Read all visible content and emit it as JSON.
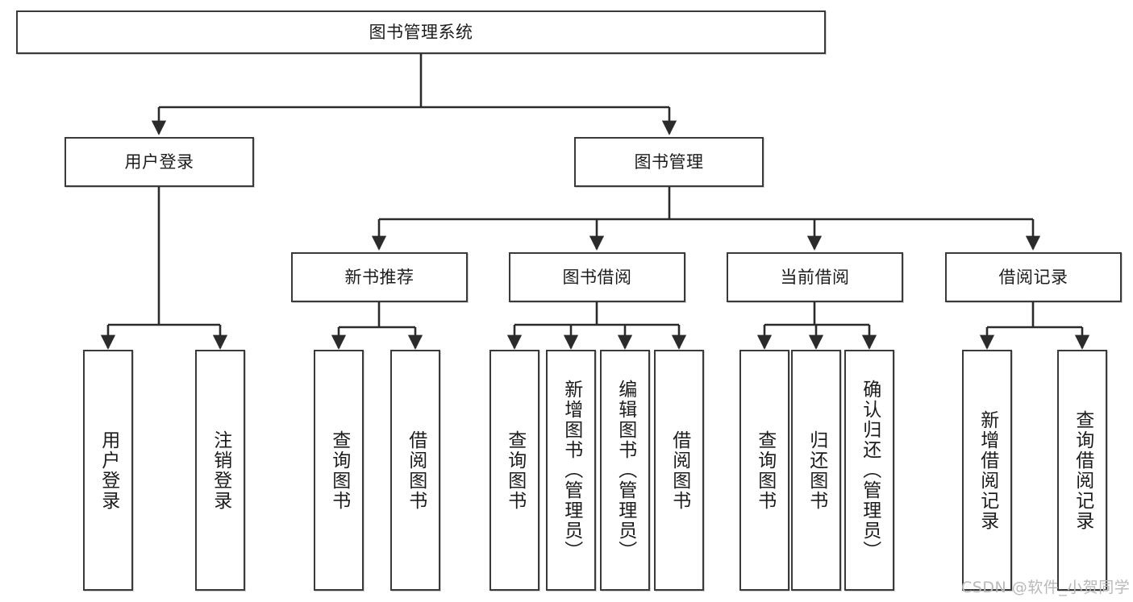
{
  "diagram": {
    "title": "图书管理系统",
    "type": "tree",
    "orientation": "top-down",
    "colors": {
      "box_border": "#3a3a3a",
      "box_fill": "#ffffff",
      "edge": "#2b2b2b",
      "text": "#1c1c1c",
      "watermark": "#b9b9b9",
      "background": "#ffffff"
    }
  },
  "nodes": {
    "root": {
      "label": "图书管理系统",
      "level": 1,
      "orientation": "horizontal"
    },
    "level2": [
      {
        "id": "user-login",
        "label": "用户登录",
        "orientation": "horizontal"
      },
      {
        "id": "book-manage",
        "label": "图书管理",
        "orientation": "horizontal"
      }
    ],
    "level3": [
      {
        "id": "new-book-recommend",
        "label": "新书推荐",
        "orientation": "horizontal",
        "parent": "book-manage"
      },
      {
        "id": "book-borrow",
        "label": "图书借阅",
        "orientation": "horizontal",
        "parent": "book-manage"
      },
      {
        "id": "current-borrow",
        "label": "当前借阅",
        "orientation": "horizontal",
        "parent": "book-manage"
      },
      {
        "id": "borrow-record",
        "label": "借阅记录",
        "orientation": "horizontal",
        "parent": "book-manage"
      }
    ],
    "leaves": [
      {
        "id": "leaf-user-login",
        "label": "用户登录",
        "orientation": "vertical",
        "parent": "user-login"
      },
      {
        "id": "leaf-logout-login",
        "label": "注销登录",
        "orientation": "vertical",
        "parent": "user-login"
      },
      {
        "id": "leaf-query-book-1",
        "label": "查询图书",
        "orientation": "vertical",
        "parent": "new-book-recommend"
      },
      {
        "id": "leaf-borrow-book-1",
        "label": "借阅图书",
        "orientation": "vertical",
        "parent": "new-book-recommend"
      },
      {
        "id": "leaf-query-book-2",
        "label": "查询图书",
        "orientation": "vertical",
        "parent": "book-borrow"
      },
      {
        "id": "leaf-add-book",
        "label": "新增图书（管理员）",
        "orientation": "vertical",
        "parent": "book-borrow"
      },
      {
        "id": "leaf-edit-book",
        "label": "编辑图书（管理员）",
        "orientation": "vertical",
        "parent": "book-borrow"
      },
      {
        "id": "leaf-borrow-book-2",
        "label": "借阅图书",
        "orientation": "vertical",
        "parent": "book-borrow"
      },
      {
        "id": "leaf-query-book-3",
        "label": "查询图书",
        "orientation": "vertical",
        "parent": "current-borrow"
      },
      {
        "id": "leaf-return-book",
        "label": "归还图书",
        "orientation": "vertical",
        "parent": "current-borrow"
      },
      {
        "id": "leaf-confirm-return",
        "label": "确认归还（管理员）",
        "orientation": "vertical",
        "parent": "current-borrow"
      },
      {
        "id": "leaf-add-record",
        "label": "新增借阅记录",
        "orientation": "vertical",
        "parent": "borrow-record"
      },
      {
        "id": "leaf-query-record",
        "label": "查询借阅记录",
        "orientation": "vertical",
        "parent": "borrow-record"
      }
    ]
  },
  "watermark": {
    "text": "CSDN @软件_小贺同学"
  }
}
